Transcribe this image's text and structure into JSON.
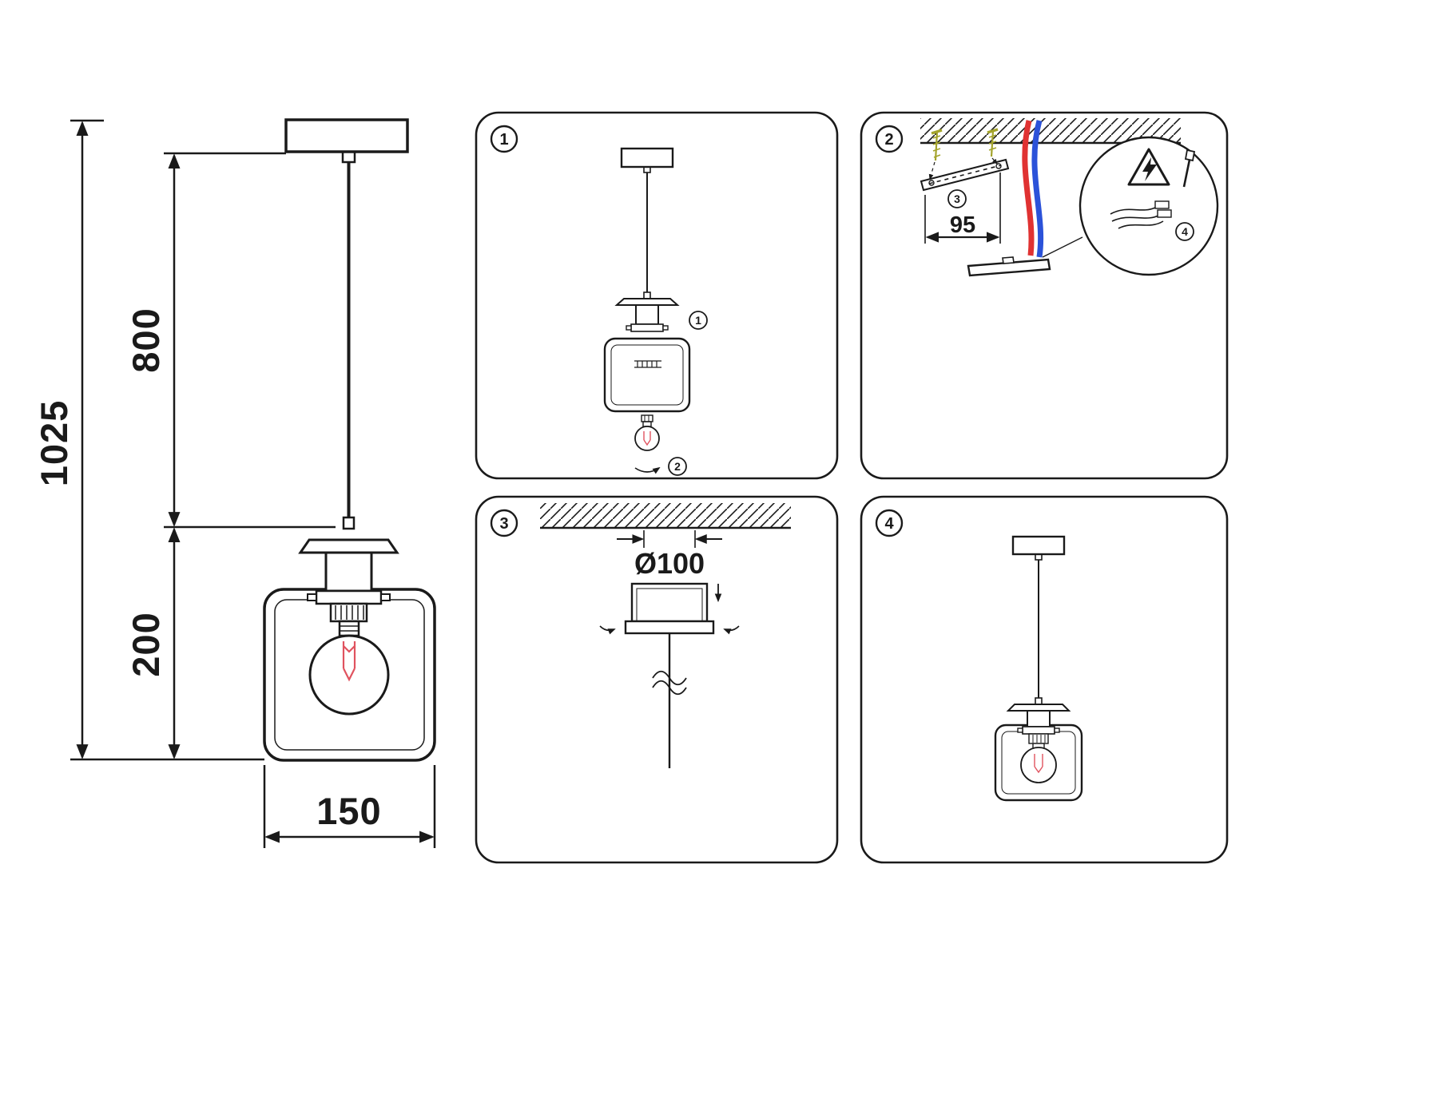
{
  "colors": {
    "line": "#1a1a1a",
    "filament": "#e0535f",
    "wire_red": "#e03232",
    "wire_blue": "#2b52d9",
    "screw": "#a3a32b"
  },
  "main_drawing": {
    "dims": {
      "total": "1025",
      "cord": "800",
      "shade_height": "200",
      "shade_width": "150"
    }
  },
  "panels": {
    "p1": {
      "number": "1",
      "steps": {
        "s1": "1",
        "s2": "2"
      }
    },
    "p2": {
      "number": "2",
      "steps": {
        "s3": "3",
        "s4": "4"
      },
      "dims": {
        "bracket": "95"
      }
    },
    "p3": {
      "number": "3",
      "dims": {
        "canopy": "Ø100"
      }
    },
    "p4": {
      "number": "4"
    }
  }
}
